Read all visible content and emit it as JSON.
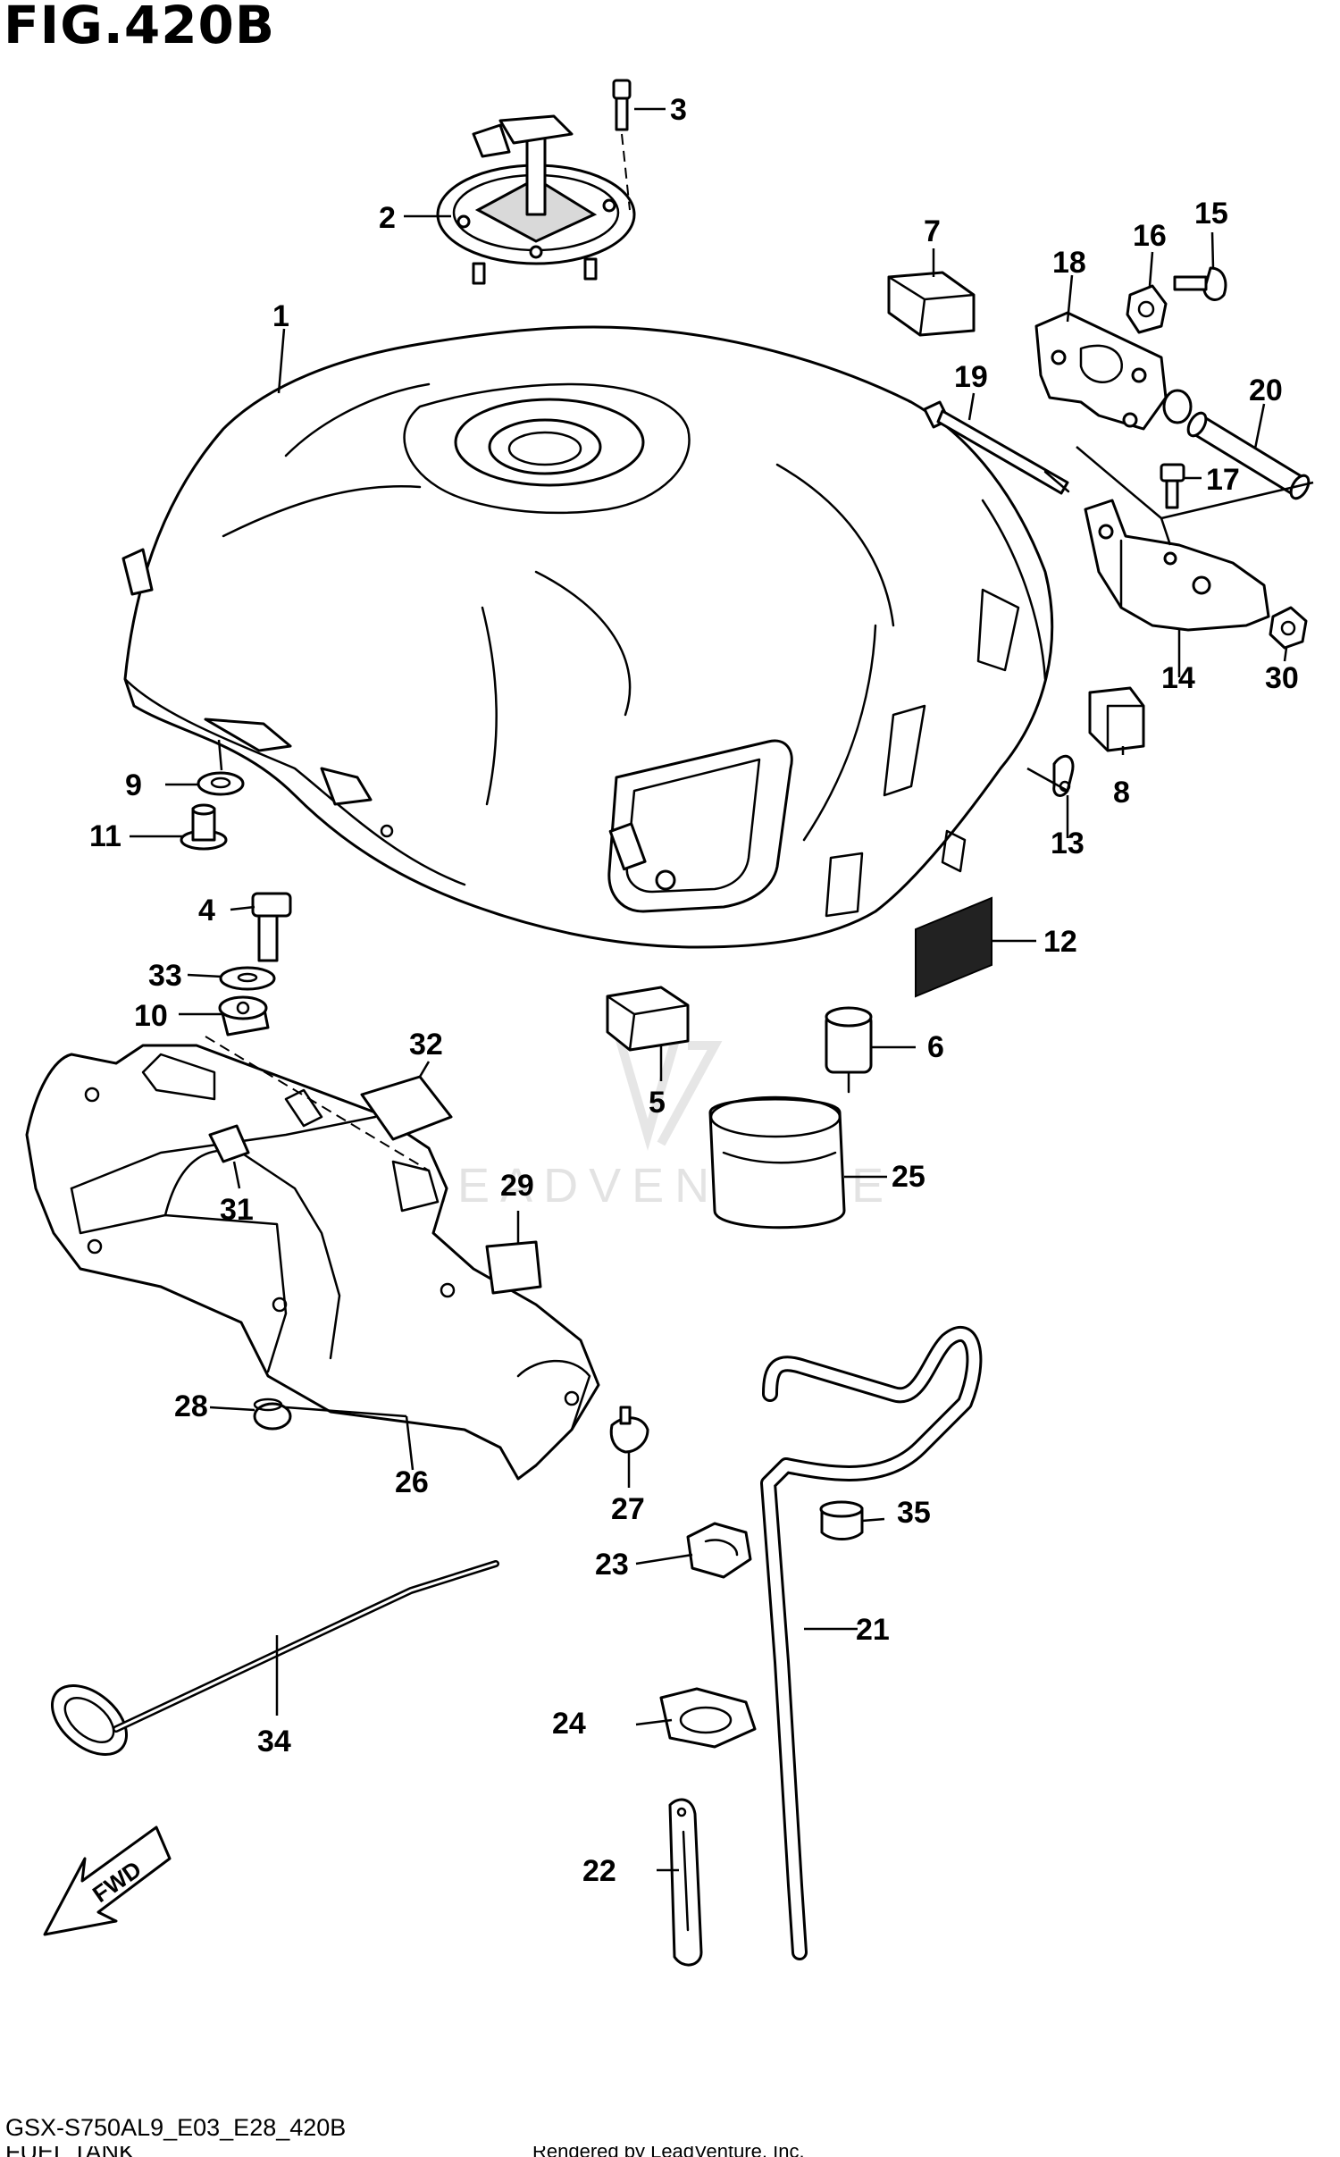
{
  "figure": {
    "title": "FIG.420B",
    "model_code": "GSX-S750AL9_E03_E28_420B",
    "section_name": "FUEL TANK",
    "credit": "Rendered by LeadVenture, Inc.",
    "watermark": "LEADVENTURE",
    "direction_label": "FWD"
  },
  "callouts": [
    {
      "id": "1",
      "part": "fuel tank"
    },
    {
      "id": "2",
      "part": "fuel cap"
    },
    {
      "id": "3",
      "part": "bolt"
    },
    {
      "id": "4",
      "part": "bolt"
    },
    {
      "id": "5",
      "part": "cushion"
    },
    {
      "id": "6",
      "part": "spacer"
    },
    {
      "id": "7",
      "part": "cushion"
    },
    {
      "id": "8",
      "part": "cushion"
    },
    {
      "id": "9",
      "part": "washer"
    },
    {
      "id": "10",
      "part": "grommet"
    },
    {
      "id": "11",
      "part": "collar"
    },
    {
      "id": "12",
      "part": "mesh pad"
    },
    {
      "id": "13",
      "part": "clamp"
    },
    {
      "id": "14",
      "part": "bracket"
    },
    {
      "id": "15",
      "part": "bolt"
    },
    {
      "id": "16",
      "part": "nut"
    },
    {
      "id": "17",
      "part": "bolt"
    },
    {
      "id": "18",
      "part": "bracket"
    },
    {
      "id": "19",
      "part": "bolt"
    },
    {
      "id": "20",
      "part": "pipe"
    },
    {
      "id": "21",
      "part": "hose"
    },
    {
      "id": "22",
      "part": "holder"
    },
    {
      "id": "23",
      "part": "clamp"
    },
    {
      "id": "24",
      "part": "clamp"
    },
    {
      "id": "25",
      "part": "band"
    },
    {
      "id": "26",
      "part": "cover"
    },
    {
      "id": "27",
      "part": "clip"
    },
    {
      "id": "28",
      "part": "grommet"
    },
    {
      "id": "29",
      "part": "cushion"
    },
    {
      "id": "30",
      "part": "nut"
    },
    {
      "id": "31",
      "part": "cushion"
    },
    {
      "id": "32",
      "part": "cushion"
    },
    {
      "id": "33",
      "part": "washer"
    },
    {
      "id": "34",
      "part": "prop rod"
    },
    {
      "id": "35",
      "part": "cap"
    }
  ]
}
